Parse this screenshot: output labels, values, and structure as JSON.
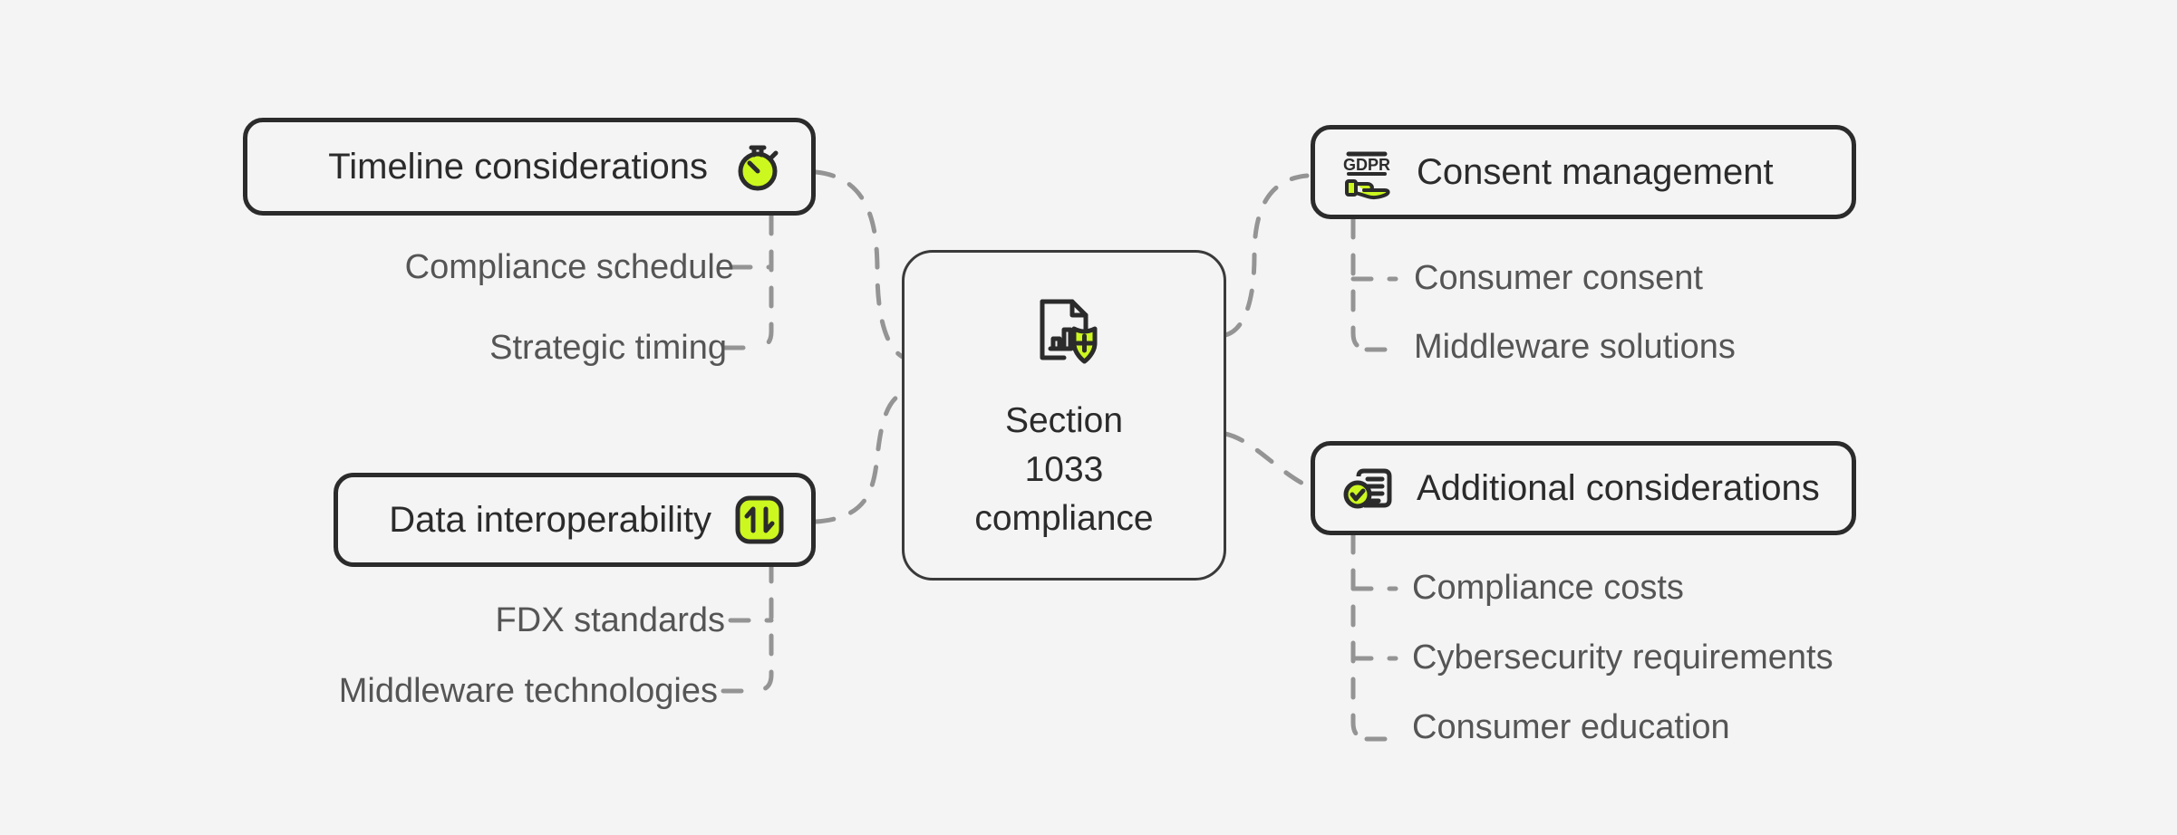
{
  "diagram": {
    "title": "Section 1033 compliance mind map",
    "background_color": "#f4f4f4",
    "accent_color": "#ccf81f",
    "ink_color": "#2b2b2b",
    "connector_color": "#949494",
    "leaf_text_color": "#555555"
  },
  "center": {
    "line1": "Section",
    "line2": "1033",
    "line3": "compliance",
    "icon": "document-chart-shield-plus-icon"
  },
  "branches": [
    {
      "id": "timeline",
      "label": "Timeline considerations",
      "icon": "stopwatch-icon",
      "side": "left",
      "children": [
        "Compliance schedule",
        "Strategic timing"
      ]
    },
    {
      "id": "interoperability",
      "label": "Data interoperability",
      "icon": "up-down-arrows-icon",
      "side": "left",
      "children": [
        "FDX standards",
        "Middleware technologies"
      ]
    },
    {
      "id": "consent",
      "label": "Consent management",
      "icon": "gdpr-hand-icon",
      "side": "right",
      "children": [
        "Consumer consent",
        "Middleware solutions"
      ]
    },
    {
      "id": "additional",
      "label": "Additional considerations",
      "icon": "checklist-check-icon",
      "side": "right",
      "children": [
        "Compliance costs",
        "Cybersecurity requirements",
        "Consumer education"
      ]
    }
  ]
}
